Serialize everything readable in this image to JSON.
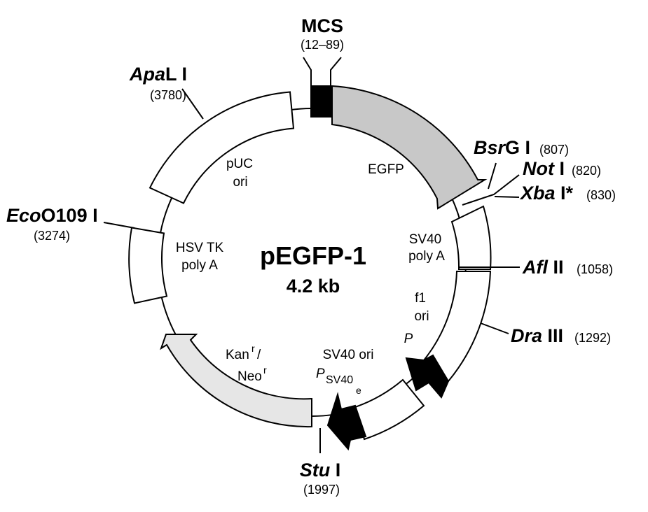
{
  "plasmid": {
    "name": "pEGFP-1",
    "size": "4.2 kb"
  },
  "features": {
    "egfp": "EGFP",
    "sv40_polya_1": "SV40",
    "sv40_polya_2": "poly A",
    "f1_ori_1": "f1",
    "f1_ori_2": "ori",
    "promoter_p": "P",
    "sv40_ori": "SV40 ori",
    "psv40e_p": "P",
    "psv40e_sub": "SV40",
    "psv40e_subsub": "e",
    "kan": "Kan",
    "kan_sup": "r",
    "slash": "/",
    "neo": "Neo",
    "neo_sup": "r",
    "hsvtk_1": "HSV TK",
    "hsvtk_2": "poly A",
    "puc_1": "pUC",
    "puc_2": "ori"
  },
  "sites": {
    "mcs": {
      "label": "MCS",
      "pos": "(12–89)"
    },
    "bsrgi": {
      "italic": "Bsr",
      "rest": "G I",
      "pos": "(807)"
    },
    "noti": {
      "italic": "Not",
      "rest": " I",
      "pos": "(820)"
    },
    "xbai": {
      "italic": "Xba",
      "rest": " I*",
      "pos": "(830)"
    },
    "aflii": {
      "italic": "Afl",
      "rest": " II",
      "pos": "(1058)"
    },
    "draiii": {
      "italic": "Dra",
      "rest": " III",
      "pos": "(1292)"
    },
    "stui": {
      "italic": "Stu",
      "rest": " I",
      "pos": "(1997)"
    },
    "eco": {
      "italic": "Eco",
      "rest": "O109 I",
      "pos": "(3274)"
    },
    "apali": {
      "italic": "Apa",
      "rest": "L I",
      "pos": "(3780)"
    }
  },
  "colors": {
    "egfp_fill": "#c8c8c8",
    "kan_fill": "#e6e6e6",
    "black": "#000000",
    "white": "#ffffff"
  }
}
